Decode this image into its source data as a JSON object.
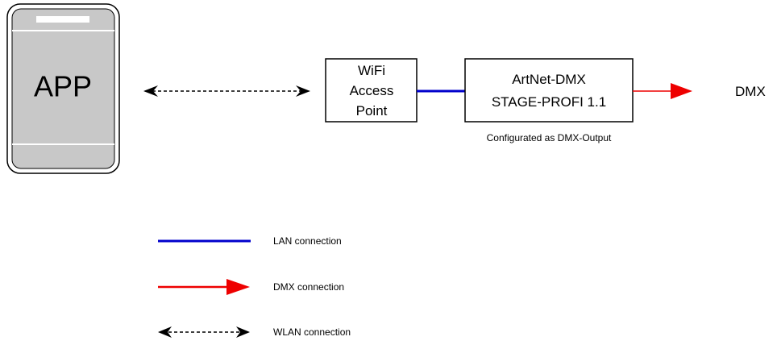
{
  "phone": {
    "label": "APP"
  },
  "access_point": {
    "lines": [
      "WiFi",
      "Access",
      "Point"
    ]
  },
  "device": {
    "lines": [
      "ArtNet-DMX",
      "STAGE-PROFI 1.1"
    ],
    "note": "Configurated as DMX-Output"
  },
  "output": {
    "label": "DMX"
  },
  "legend": {
    "items": [
      {
        "label": "LAN connection"
      },
      {
        "label": "DMX connection"
      },
      {
        "label": "WLAN connection"
      }
    ]
  },
  "colors": {
    "lan": "#0000cc",
    "dmx": "#ee0000",
    "wlan": "#000000",
    "phone_body": "#c8c8c8"
  }
}
